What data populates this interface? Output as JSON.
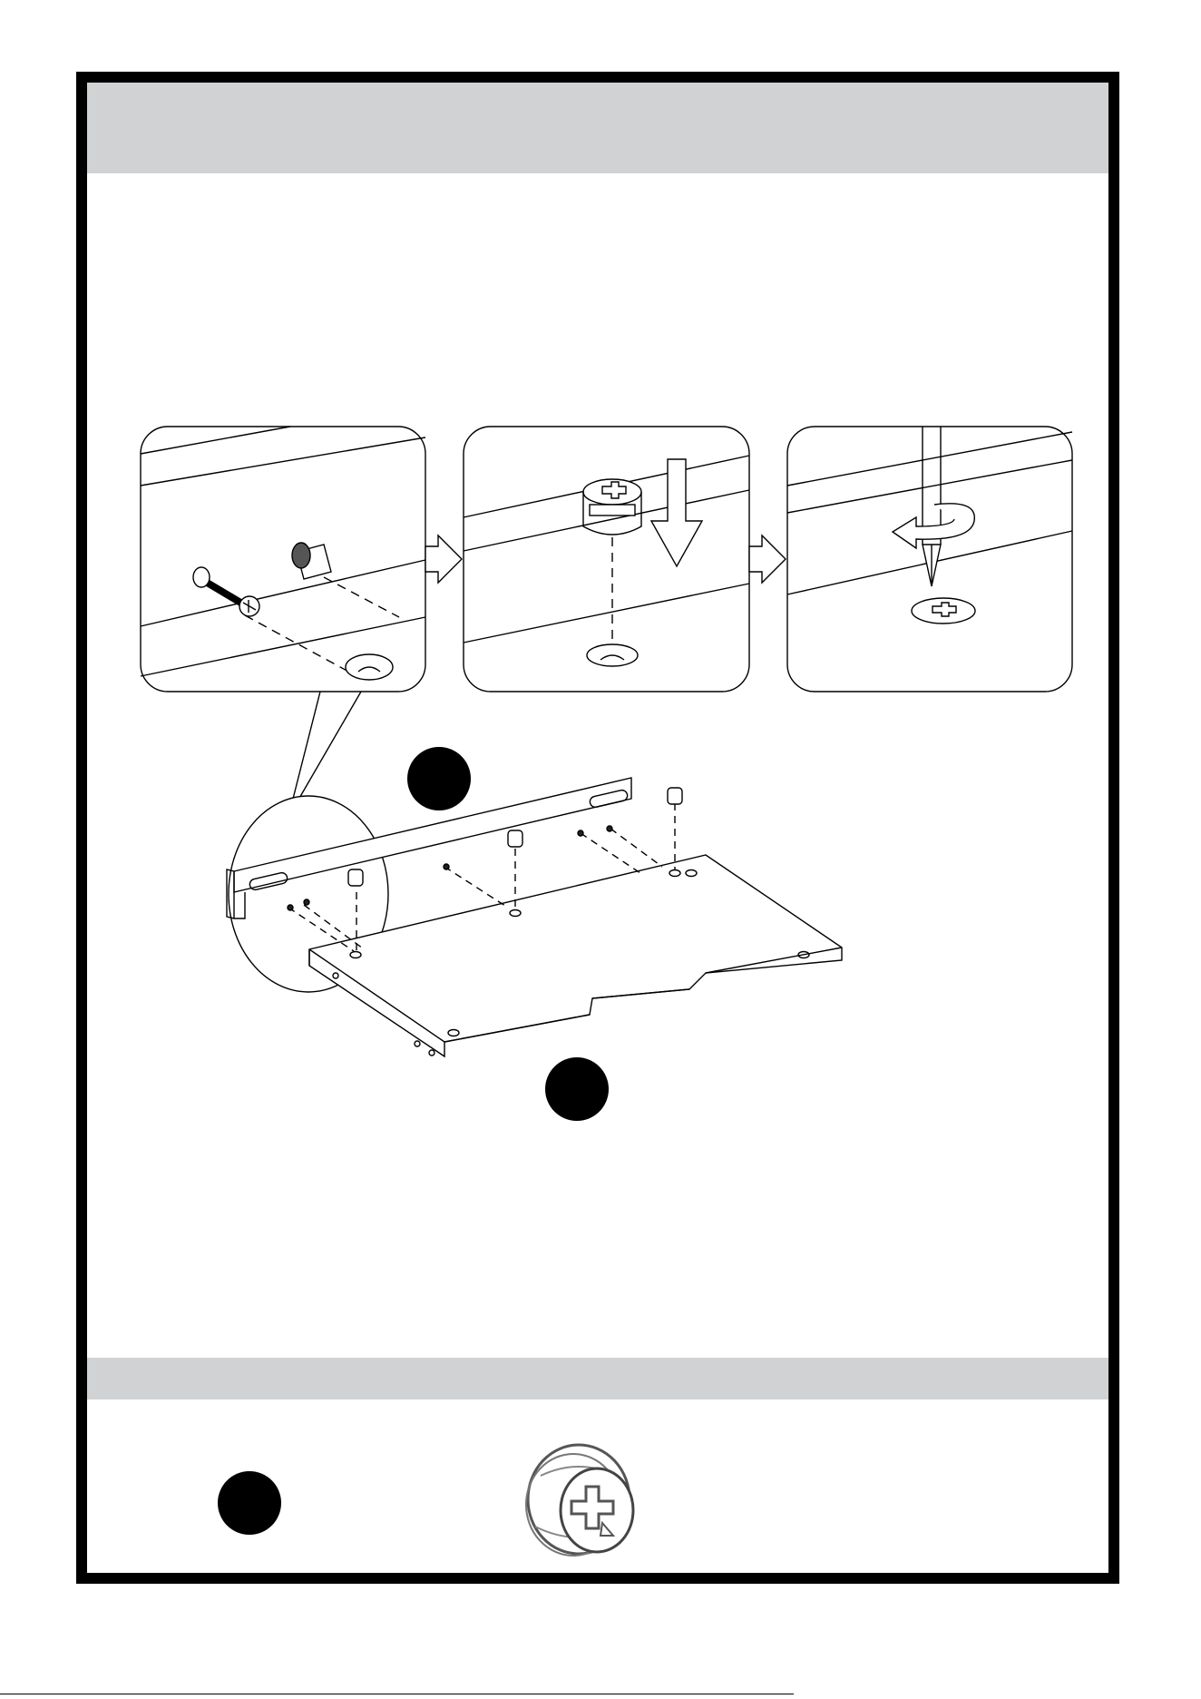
{
  "page": {
    "header": {
      "title": ""
    },
    "diagram": {
      "detail_steps": [
        "insert-dowel-and-cam-bolt",
        "drop-cam-lock",
        "turn-with-screwdriver"
      ],
      "part_badges": [
        "",
        ""
      ]
    },
    "parts_list": {
      "title": "",
      "items": [
        {
          "icon": "cam-lock-icon",
          "quantity": ""
        }
      ]
    },
    "colors": {
      "band": "#d1d2d4",
      "line": "#000000"
    }
  }
}
